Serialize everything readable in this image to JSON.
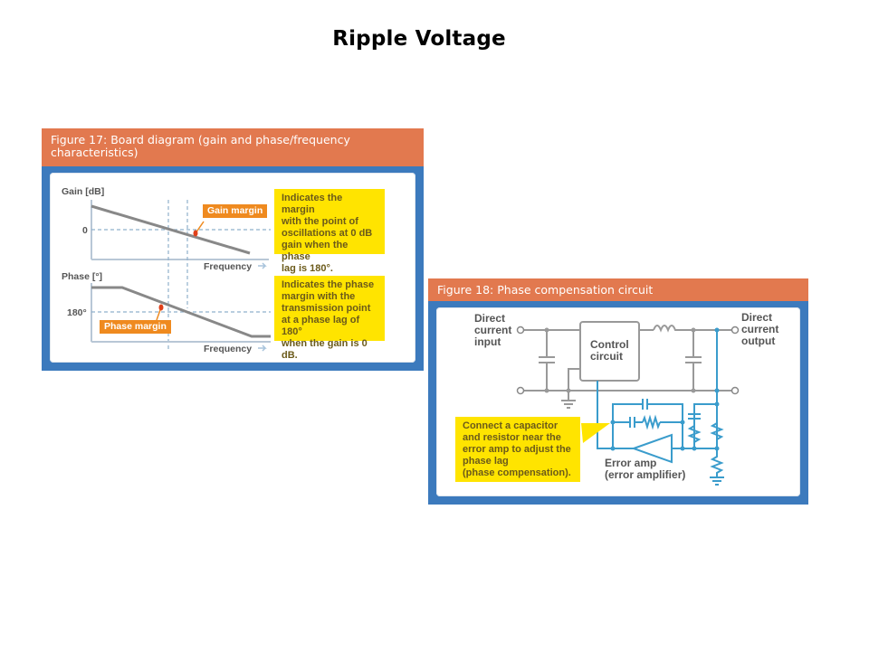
{
  "slide": {
    "title": "Ripple Voltage"
  },
  "colors": {
    "header_orange": "#e2794f",
    "panel_blue": "#3c7abd",
    "note_yellow": "#ffe400",
    "tag_orange": "#ef8a1f",
    "curve_gray": "#888888",
    "guide_blue": "#8fb0cc",
    "feedback_blue": "#3a9ccc",
    "marker_red": "#e0401a"
  },
  "figure17": {
    "title": "Figure 17: Board diagram (gain and phase/frequency characteristics)",
    "gain_plot": {
      "ylabel": "Gain [dB]",
      "xlabel": "Frequency",
      "reference_tick": "0",
      "margin_tag": "Gain margin",
      "note": "Indicates the margin\nwith the point of\noscillations at 0 dB\ngain when the phase\nlag is 180°."
    },
    "phase_plot": {
      "ylabel": "Phase [°]",
      "xlabel": "Frequency",
      "reference_tick": "180°",
      "margin_tag": "Phase margin",
      "note": "Indicates the phase\nmargin with the\ntransmission point\nat a phase lag of 180°\nwhen the gain is 0 dB."
    }
  },
  "figure18": {
    "title": "Figure 18: Phase compensation circuit",
    "labels": {
      "input": "Direct\ncurrent\ninput",
      "output": "Direct\ncurrent\noutput",
      "control": "Control\ncircuit",
      "error_amp": "Error amp\n(error amplifier)"
    },
    "note": "Connect a capacitor\nand resistor near the\nerror amp to adjust the\nphase lag\n(phase compensation)."
  }
}
